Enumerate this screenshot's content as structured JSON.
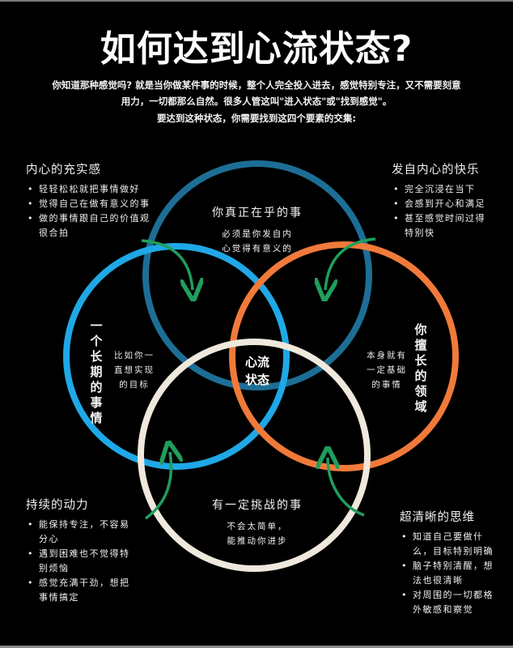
{
  "header": {
    "title": "如何达到心流状态?",
    "intro": "你知道那种感觉吗? 就是当你做某件事的时候，整个人完全投入进去，感觉特别专注，又不需要刻意用力，一切都那么自然。很多人管这叫\"进入状态\"或\"找到感觉\"。",
    "lead": "要达到这种状态，你需要找到这四个要素的交集:"
  },
  "colors": {
    "background": "#000000",
    "circle_top": "#1d6e96",
    "circle_left": "#1fa8e6",
    "circle_right": "#f07a3a",
    "circle_bottom": "#efe8dc",
    "arrow": "#1f9e5c",
    "text": "#ffffff"
  },
  "circles": {
    "top": {
      "title": "你真正在乎的事",
      "sub_line1": "必须是你发自内",
      "sub_line2": "心觉得有意义的"
    },
    "left": {
      "title": "一个长期的事情",
      "sub_line1": "比如你一",
      "sub_line2": "直想实现",
      "sub_line3": "的目标"
    },
    "right": {
      "title": "你擅长的领域",
      "sub_line1": "本身就有",
      "sub_line2": "一定基础",
      "sub_line3": "的事情"
    },
    "bottom": {
      "title": "有一定挑战的事",
      "sub_line1": "不会太简单，",
      "sub_line2": "能推动你进步"
    },
    "center": {
      "line1": "心流",
      "line2": "状态"
    }
  },
  "corners": {
    "top_left": {
      "heading": "内心的充实感",
      "items": [
        "轻轻松松就把事情做好",
        "觉得自己在做有意义的事",
        "做的事情跟自己的价值观很合拍"
      ]
    },
    "top_right": {
      "heading": "发自内心的快乐",
      "items": [
        "完全沉浸在当下",
        "会感到开心和满足",
        "甚至感觉时间过得特别快"
      ]
    },
    "bottom_left": {
      "heading": "持续的动力",
      "items": [
        "能保持专注，不容易分心",
        "遇到困难也不觉得特别烦恼",
        "感觉充满干劲，想把事情搞定"
      ]
    },
    "bottom_right": {
      "heading": "超清晰的思维",
      "items": [
        "知道自己要做什么，目标特别明确",
        "脑子特别清醒，想法也很清晰",
        "对周围的一切都格外敏感和察觉"
      ]
    }
  }
}
